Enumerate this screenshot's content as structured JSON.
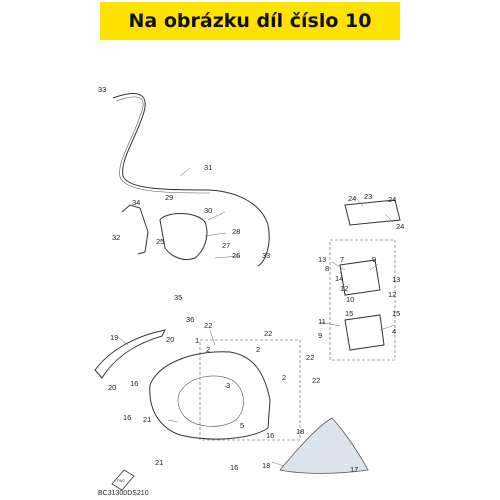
{
  "banner": {
    "text": "Na obrázku díl číslo 10",
    "background": "#ffe100"
  },
  "diagram_code": "BC31300DS210",
  "front_marker_icon": "front-arrow-icon",
  "callouts": {
    "c33a": "33",
    "c31": "31",
    "c29": "29",
    "c30": "30",
    "c34": "34",
    "c32": "32",
    "c25": "25",
    "c28": "28",
    "c27": "27",
    "c26": "26",
    "c33b": "33",
    "c23": "23",
    "c24a": "24",
    "c24b": "24",
    "c24c": "24",
    "c13a": "13",
    "c7": "7",
    "c8": "8",
    "c14": "14",
    "c12a": "12",
    "c9a": "9",
    "c13b": "13",
    "c12b": "12",
    "c10": "10",
    "c15a": "15",
    "c11": "11",
    "c9b": "9",
    "c15b": "15",
    "c4": "4",
    "c35": "35",
    "c36": "36",
    "c22a": "22",
    "c19": "19",
    "c20a": "20",
    "c1": "1",
    "c22b": "22",
    "c2a": "2",
    "c2b": "2",
    "c22c": "22",
    "c2c": "2",
    "c22d": "22",
    "c16a": "16",
    "c20b": "20",
    "c3": "3",
    "c16b": "16",
    "c21a": "21",
    "c21b": "21",
    "c5": "5",
    "c16c": "16",
    "c18a": "18",
    "c16d": "16",
    "c18b": "18",
    "c17": "17"
  }
}
